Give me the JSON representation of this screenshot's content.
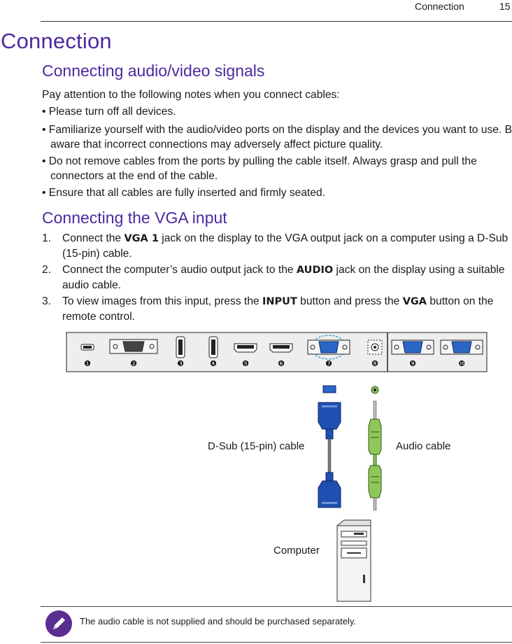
{
  "header": {
    "section": "Connection",
    "page": "15"
  },
  "chapter_title": "Connection",
  "section1": {
    "title": "Connecting audio/video signals",
    "intro": "Pay attention to the following notes when you connect cables:",
    "bullets": [
      "• Please turn off all devices.",
      "• Familiarize yourself with the audio/video ports on the display and the devices you want to use. Be aware that incorrect connections may adversely affect picture quality.",
      "• Do not remove cables from the ports by pulling the cable itself. Always grasp and pull the connectors at the end of the cable.",
      "• Ensure that all cables are fully inserted and firmly seated."
    ]
  },
  "section2": {
    "title": "Connecting the VGA input",
    "steps": [
      {
        "num": "1.",
        "a": "Connect the ",
        "b": "VGA 1",
        "c": " jack on the display to the VGA output jack on a computer using a D-Sub (15-pin) cable."
      },
      {
        "num": "2.",
        "a": "Connect the computer’s audio output jack to the ",
        "b": "AUDIO",
        "c": " jack on the display using a suitable audio cable."
      },
      {
        "num": "3.",
        "a": "To view images from this input, press the ",
        "b": "INPUT",
        "c": " button and press the ",
        "d": "VGA",
        "e": " button on the remote control."
      }
    ]
  },
  "diagram": {
    "port_numbers": [
      "❶",
      "❷",
      "❸",
      "❹",
      "❺",
      "❻",
      "❼",
      "❽",
      "❾",
      "❿"
    ],
    "dsub_label": "D-Sub (15-pin) cable",
    "audio_label": "Audio cable",
    "computer_label": "Computer"
  },
  "note": {
    "text": "The audio cable is not supplied and should be purchased separately.",
    "icon": "pencil-icon"
  }
}
